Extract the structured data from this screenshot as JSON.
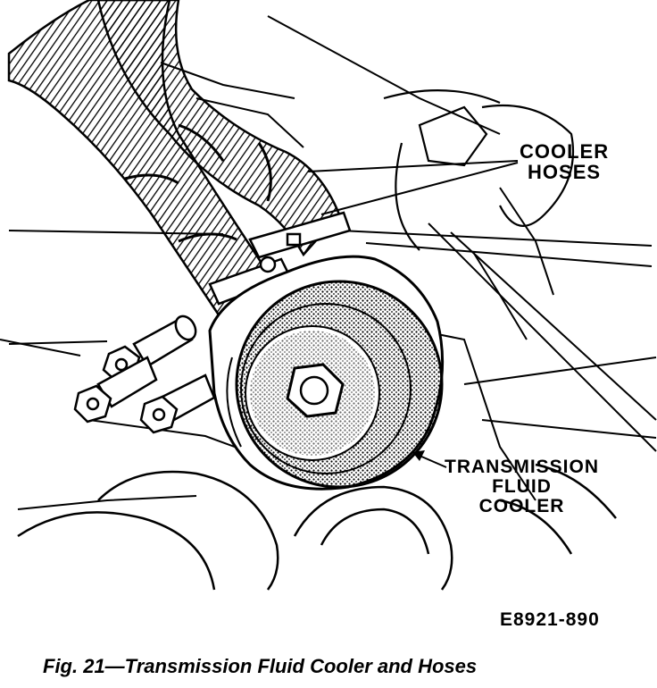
{
  "figure": {
    "callouts": {
      "cooler_hoses": [
        "COOLER",
        "HOSES"
      ],
      "transmission_fluid_cooler": [
        "TRANSMISSION",
        "FLUID",
        "COOLER"
      ]
    },
    "drawing_code": "E8921-890",
    "caption": "Fig. 21—Transmission Fluid Cooler and Hoses"
  },
  "colors": {
    "ink": "#000000",
    "paper": "#ffffff"
  }
}
